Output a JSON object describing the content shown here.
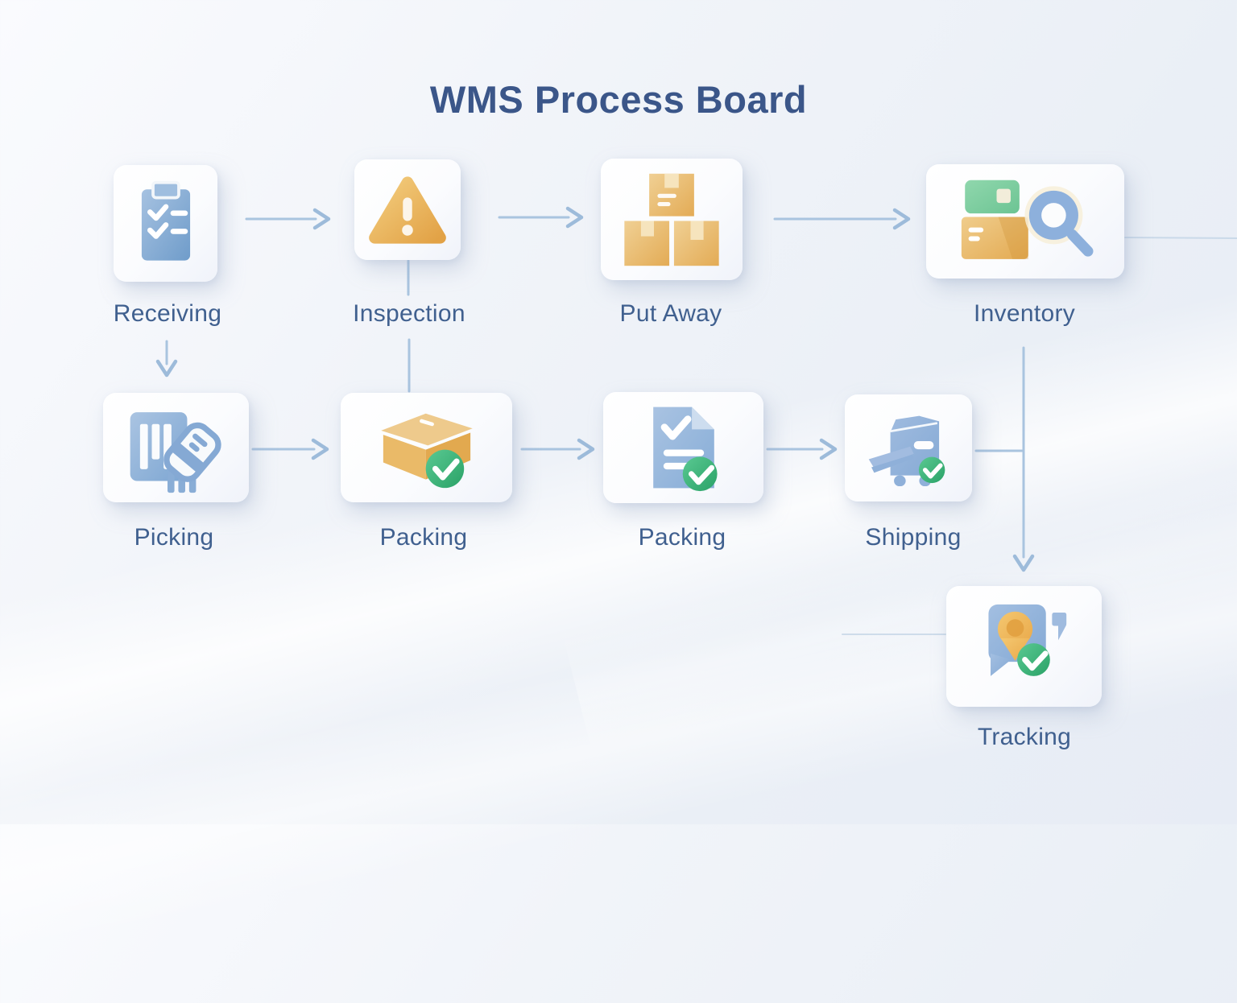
{
  "title": "WMS Process Board",
  "nodes": [
    {
      "id": "receiving",
      "label": "Receiving",
      "icon": "clipboard-checklist-icon"
    },
    {
      "id": "inspection",
      "label": "Inspection",
      "icon": "warning-triangle-icon"
    },
    {
      "id": "put-away",
      "label": "Put Away",
      "icon": "stacked-boxes-icon"
    },
    {
      "id": "inventory",
      "label": "Inventory",
      "icon": "box-magnifier-icon"
    },
    {
      "id": "picking",
      "label": "Picking",
      "icon": "barcode-scanner-icon"
    },
    {
      "id": "packing-box",
      "label": "Packing",
      "icon": "box-check-icon"
    },
    {
      "id": "packing-doc",
      "label": "Packing",
      "icon": "document-check-icon"
    },
    {
      "id": "shipping",
      "label": "Shipping",
      "icon": "truck-check-icon"
    },
    {
      "id": "tracking",
      "label": "Tracking",
      "icon": "location-pin-check-icon"
    }
  ],
  "edges": [
    {
      "from": "receiving",
      "to": "inspection",
      "style": "arrow"
    },
    {
      "from": "inspection",
      "to": "put-away",
      "style": "arrow"
    },
    {
      "from": "put-away",
      "to": "inventory",
      "style": "arrow"
    },
    {
      "from": "inventory",
      "to": "right-edge",
      "style": "faint-line"
    },
    {
      "from": "receiving",
      "to": "picking",
      "style": "arrow"
    },
    {
      "from": "inspection",
      "to": "packing-box",
      "style": "line"
    },
    {
      "from": "picking",
      "to": "packing-box",
      "style": "arrow"
    },
    {
      "from": "packing-box",
      "to": "packing-doc",
      "style": "arrow"
    },
    {
      "from": "packing-doc",
      "to": "shipping",
      "style": "arrow"
    },
    {
      "from": "shipping",
      "to": "inventory-tracking-connector",
      "style": "line"
    },
    {
      "from": "inventory",
      "to": "tracking",
      "style": "arrow"
    },
    {
      "from": "left-side",
      "to": "tracking",
      "style": "faint-line"
    }
  ],
  "colors": {
    "title_text": "#3b5689",
    "label_text": "#40608f",
    "arrow": "#a7c3de",
    "card_bg": "#fbfcfe",
    "icon_blue": "#84a9d4",
    "icon_amber": "#e9b45c",
    "icon_tan": "#e9bc6e",
    "check_green": "#3fb37c",
    "inventory_green": "#7fd2a5",
    "pin_orange": "#efb95c",
    "background": "#eef2f8"
  }
}
